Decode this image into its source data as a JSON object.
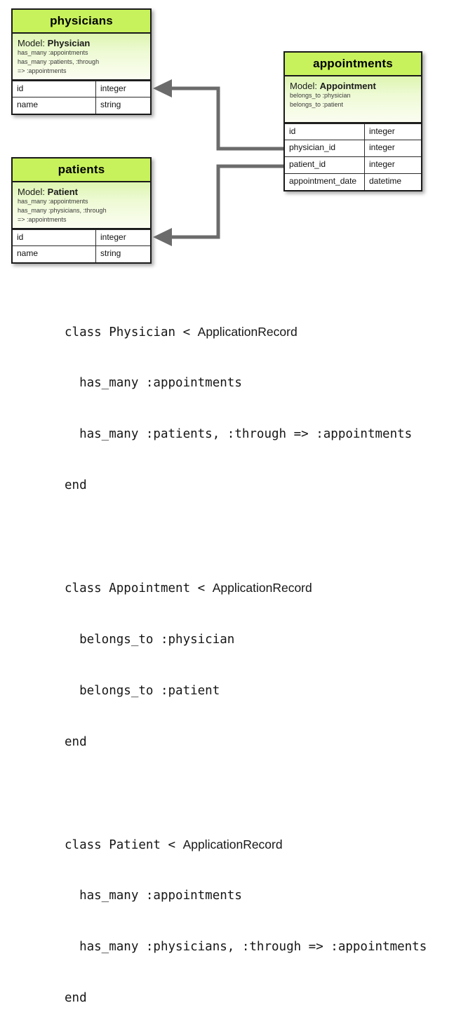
{
  "diagram": {
    "entities": [
      {
        "id": "physicians",
        "title": "physicians",
        "model_label": "Model:",
        "model_name": "Physician",
        "associations": [
          "has_many :appointments",
          "has_many :patients, :through",
          "=> :appointments"
        ],
        "attributes": [
          {
            "name": "id",
            "type": "integer"
          },
          {
            "name": "name",
            "type": "string"
          }
        ]
      },
      {
        "id": "patients",
        "title": "patients",
        "model_label": "Model:",
        "model_name": "Patient",
        "associations": [
          "has_many :appointments",
          "has_many :physicians, :through",
          "=> :appointments"
        ],
        "attributes": [
          {
            "name": "id",
            "type": "integer"
          },
          {
            "name": "name",
            "type": "string"
          }
        ]
      },
      {
        "id": "appointments",
        "title": "appointments",
        "model_label": "Model:",
        "model_name": "Appointment",
        "associations": [
          "belongs_to :physician",
          "belongs_to :patient"
        ],
        "attributes": [
          {
            "name": "id",
            "type": "integer"
          },
          {
            "name": "physician_id",
            "type": "integer"
          },
          {
            "name": "patient_id",
            "type": "integer"
          },
          {
            "name": "appointment_date",
            "type": "datetime"
          }
        ]
      }
    ],
    "relationships": [
      {
        "id": "physician-fk",
        "from": "appointments.physician_id",
        "to": "physicians",
        "arrow": "left"
      },
      {
        "id": "patient-fk",
        "from": "appointments.patient_id",
        "to": "patients",
        "arrow": "left"
      }
    ]
  },
  "code": {
    "lines": [
      {
        "text": "class Physician < ",
        "class_name": "ApplicationRecord"
      },
      {
        "text": "  has_many :appointments",
        "class_name": ""
      },
      {
        "text": "  has_many :patients, :through => :appointments",
        "class_name": ""
      },
      {
        "text": "end",
        "class_name": ""
      },
      {
        "text": "",
        "class_name": ""
      },
      {
        "text": "class Appointment < ",
        "class_name": "ApplicationRecord"
      },
      {
        "text": "  belongs_to :physician",
        "class_name": ""
      },
      {
        "text": "  belongs_to :patient",
        "class_name": ""
      },
      {
        "text": "end",
        "class_name": ""
      },
      {
        "text": "",
        "class_name": ""
      },
      {
        "text": "class Patient < ",
        "class_name": "ApplicationRecord"
      },
      {
        "text": "  has_many :appointments",
        "class_name": ""
      },
      {
        "text": "  has_many :physicians, :through => :appointments",
        "class_name": ""
      },
      {
        "text": "end",
        "class_name": ""
      }
    ]
  },
  "colors": {
    "header_green": "#c8f25c",
    "model_gradient_top": "#ddf5b0",
    "model_gradient_bottom": "#fbfdf1",
    "border": "#1a1a1a",
    "connector": "#6b6b6b",
    "background": "#ffffff"
  }
}
